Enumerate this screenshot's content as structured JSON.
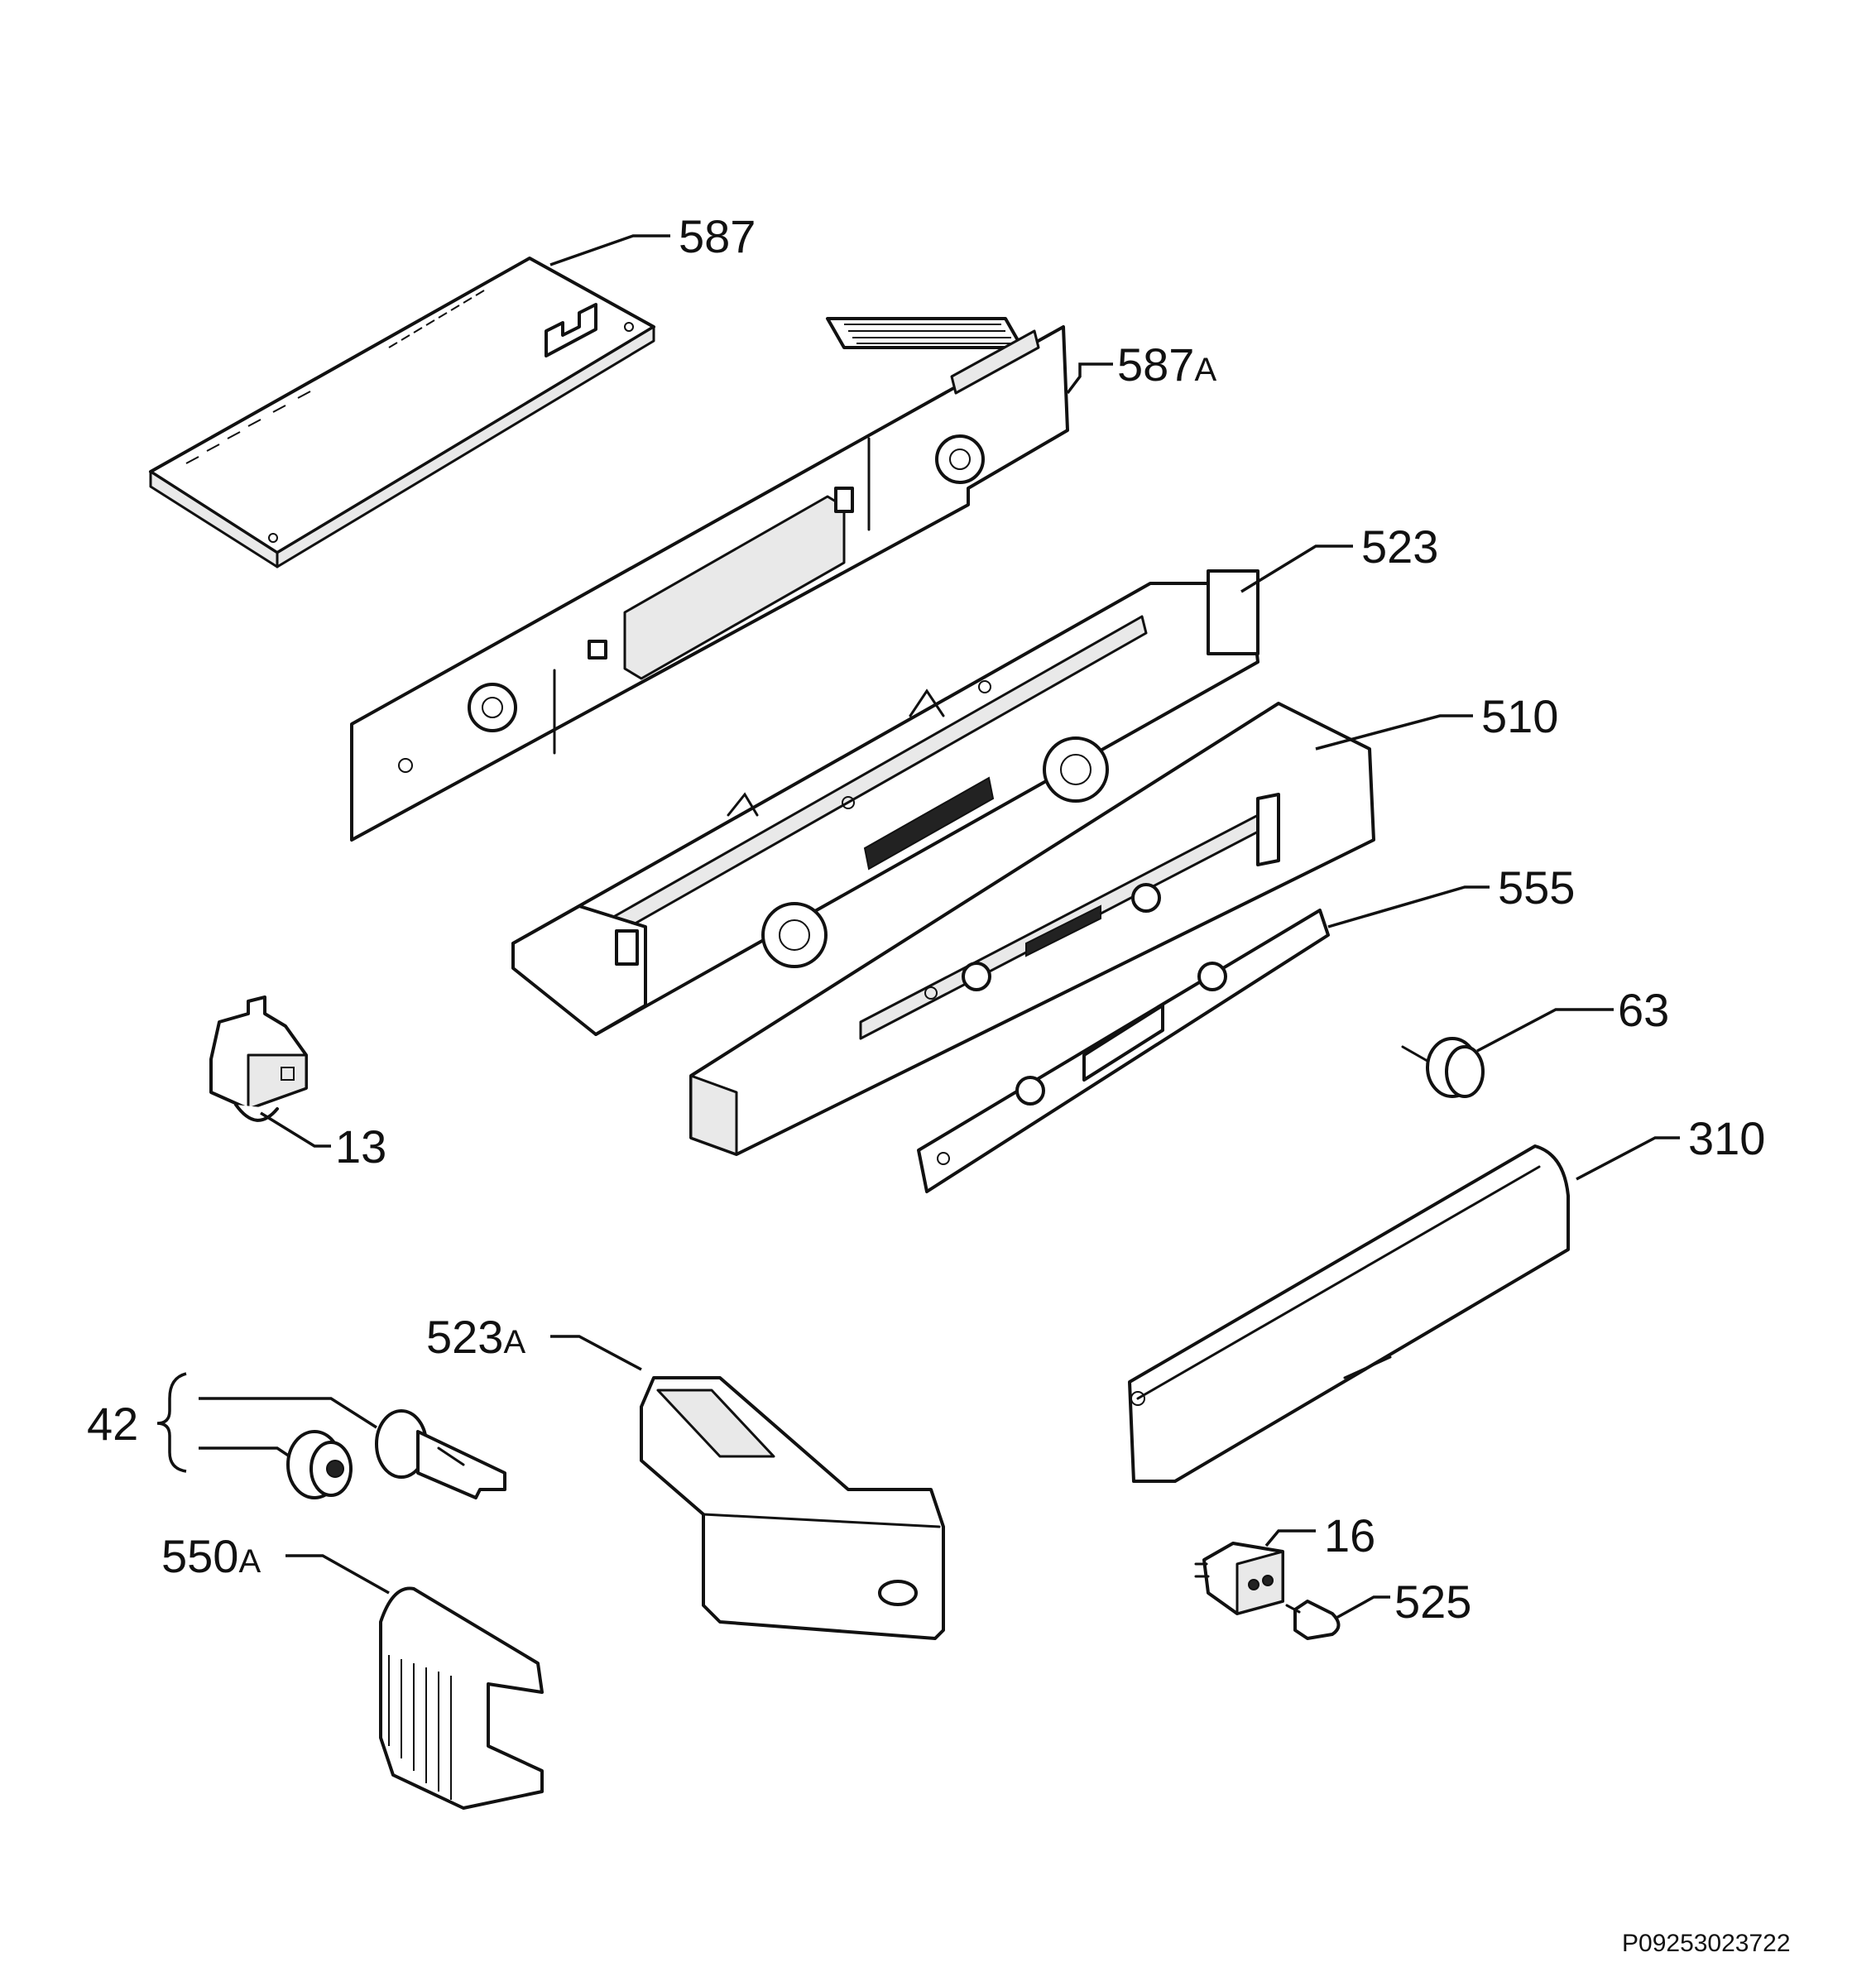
{
  "callouts": {
    "c587": "587",
    "c587a": "587",
    "c587a_suffix": "A",
    "c523": "523",
    "c510": "510",
    "c555": "555",
    "c63": "63",
    "c13": "13",
    "c310": "310",
    "c523a": "523",
    "c523a_suffix": "A",
    "c42": "42",
    "c550a": "550",
    "c550a_suffix": "A",
    "c16": "16",
    "c525": "525"
  },
  "reference_code": "P09253023722"
}
